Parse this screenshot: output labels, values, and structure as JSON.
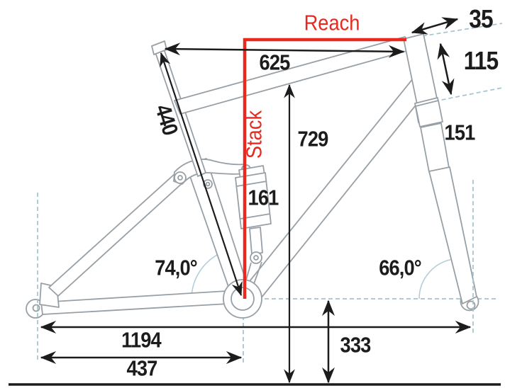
{
  "colors": {
    "accent_red": "#e8291f",
    "frame_gray": "#98a0a6",
    "reference_blue": "#a5c3cf",
    "arc_blue": "#b7cdd8",
    "ink": "#1c1c1c"
  },
  "labels": {
    "reach": "Reach",
    "stack": "Stack",
    "top_tube_horizontal": "625",
    "seat_tube_length": "440",
    "spacer_height": "35",
    "head_tube_length": "115",
    "front_height": "729",
    "fork_lower_length": "151",
    "shock_length": "161",
    "seat_tube_angle": "74,0°",
    "head_tube_angle": "66,0°",
    "wheelbase": "1194",
    "chainstay_length": "437",
    "bb_height": "333"
  }
}
